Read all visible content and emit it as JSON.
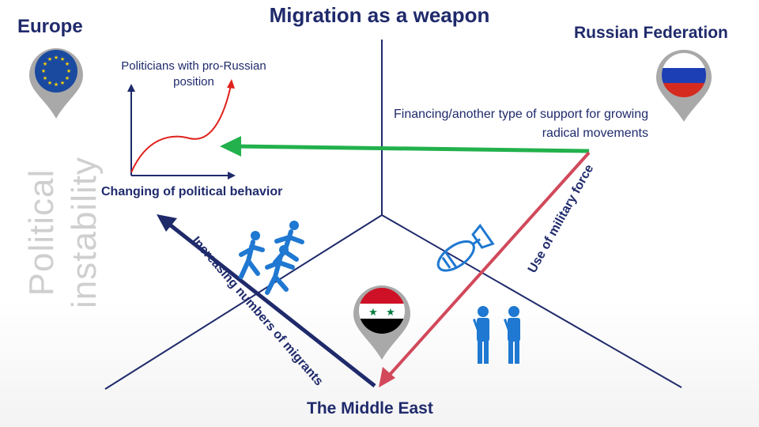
{
  "title": "Migration as a weapon",
  "nodes": {
    "europe": "Europe",
    "russia": "Russian Federation",
    "middle_east": "The Middle East"
  },
  "side_label": {
    "line1": "Political",
    "line2": "instability"
  },
  "inset_chart": {
    "ylabel": "Politicians with pro-Russian position",
    "xlabel": "Changing of political behavior"
  },
  "arrows": {
    "financing": "Financing/another type of support for growing radical movements",
    "military": "Use of military force",
    "migrants": "Increasing numbers of migrants"
  },
  "colors": {
    "navy": "#1f2a6b",
    "green": "#22b14c",
    "red": "#d1495b",
    "icon_blue": "#1f78d1",
    "watermark": "#cfcfcf"
  },
  "icons": [
    "eu-flag-pin-icon",
    "russia-flag-pin-icon",
    "syria-flag-pin-icon",
    "running-people-icon",
    "bomb-icon",
    "soldiers-icon"
  ]
}
